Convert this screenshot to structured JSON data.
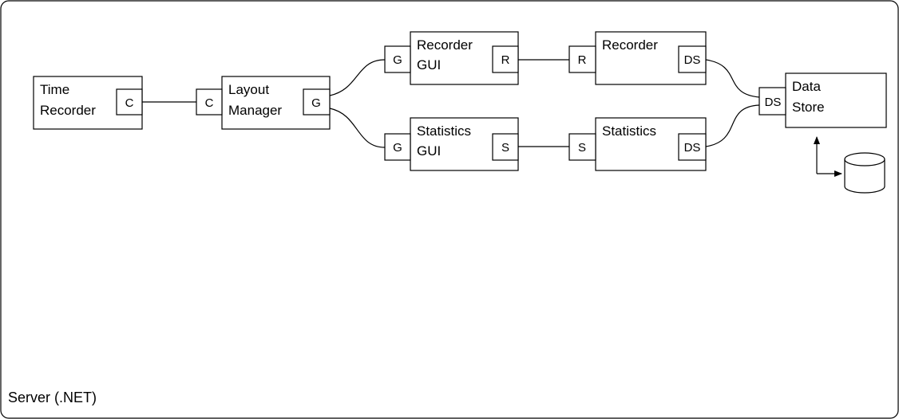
{
  "container": {
    "label": "Server (.NET)"
  },
  "components": {
    "time_recorder": {
      "line1": "Time",
      "line2": "Recorder",
      "port": "C"
    },
    "layout_manager": {
      "line1": "Layout",
      "line2": "Manager",
      "port_in": "C",
      "port_out": "G"
    },
    "recorder_gui": {
      "line1": "Recorder",
      "line2": "GUI",
      "port_in": "G",
      "port_out": "R"
    },
    "statistics_gui": {
      "line1": "Statistics",
      "line2": "GUI",
      "port_in": "G",
      "port_out": "S"
    },
    "recorder": {
      "line1": "Recorder",
      "port_in": "R",
      "port_out": "DS"
    },
    "statistics": {
      "line1": "Statistics",
      "port_in": "S",
      "port_out": "DS"
    },
    "data_store": {
      "line1": "Data",
      "line2": "Store",
      "port_in": "DS"
    }
  },
  "database": {
    "icon": "database-cylinder-icon"
  }
}
